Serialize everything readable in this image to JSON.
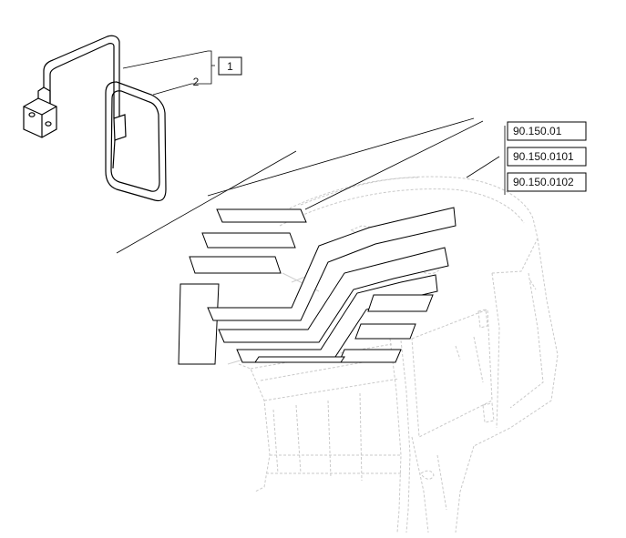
{
  "diagram": {
    "callouts": [
      {
        "id": "item-1",
        "label": "1"
      },
      {
        "id": "item-2",
        "label": "2"
      }
    ],
    "reference_codes": [
      "90.150.01",
      "90.150.0101",
      "90.150.0102"
    ]
  }
}
